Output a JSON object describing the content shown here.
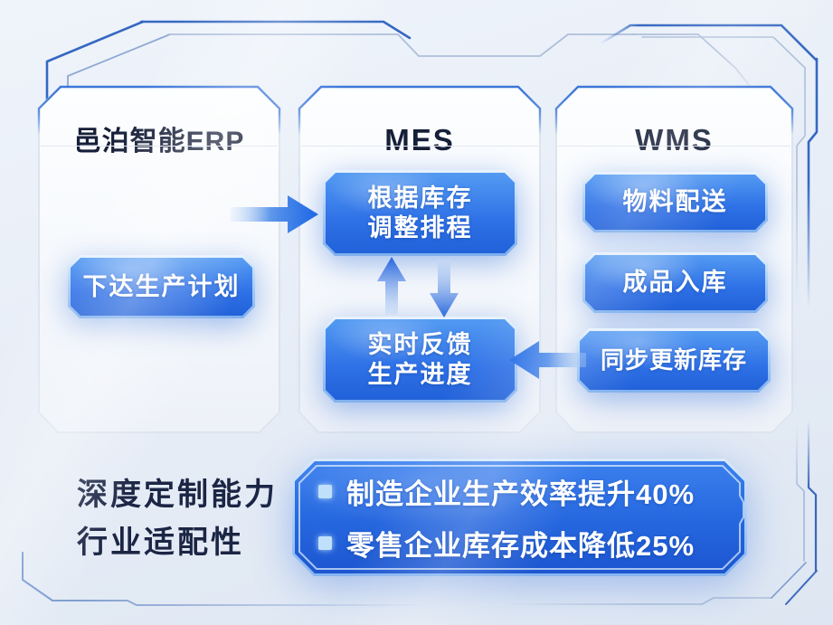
{
  "panels": {
    "erp": {
      "title": "邑泊智能ERP",
      "plan_node": "下达生产计划"
    },
    "mes": {
      "title": "MES",
      "adjust_node_line1": "根据库存",
      "adjust_node_line2": "调整排程",
      "feedback_node_line1": "实时反馈",
      "feedback_node_line2": "生产进度"
    },
    "wms": {
      "title": "WMS",
      "delivery_node": "物料配送",
      "inbound_node": "成品入库",
      "sync_node": "同步更新库存"
    }
  },
  "flows": {
    "erp_to_mes": "arrow-right-icon",
    "feedback_up": "arrow-up-icon",
    "dispatch_down": "arrow-down-icon",
    "wms_to_mes": "arrow-left-icon"
  },
  "footer": {
    "capability_line1": "深度定制能力",
    "capability_line2": "行业适配性",
    "stats": [
      "制造企业生产效率提升40%",
      "零售企业库存成本降低25%"
    ]
  },
  "colors": {
    "page_background": "#e9eef6",
    "panel_background": "#f8fafd",
    "panel_top_border": "#3b76d8",
    "node_blue_light": "#539af2",
    "node_blue_dark": "#1e5ed8",
    "node_border": "#abcff7",
    "heading_text": "#161f38",
    "node_text": "#ffffff",
    "frame_line_dark": "#3568c2",
    "frame_line_light": "#aebfda",
    "bullet_square": "#bfe0fa"
  }
}
